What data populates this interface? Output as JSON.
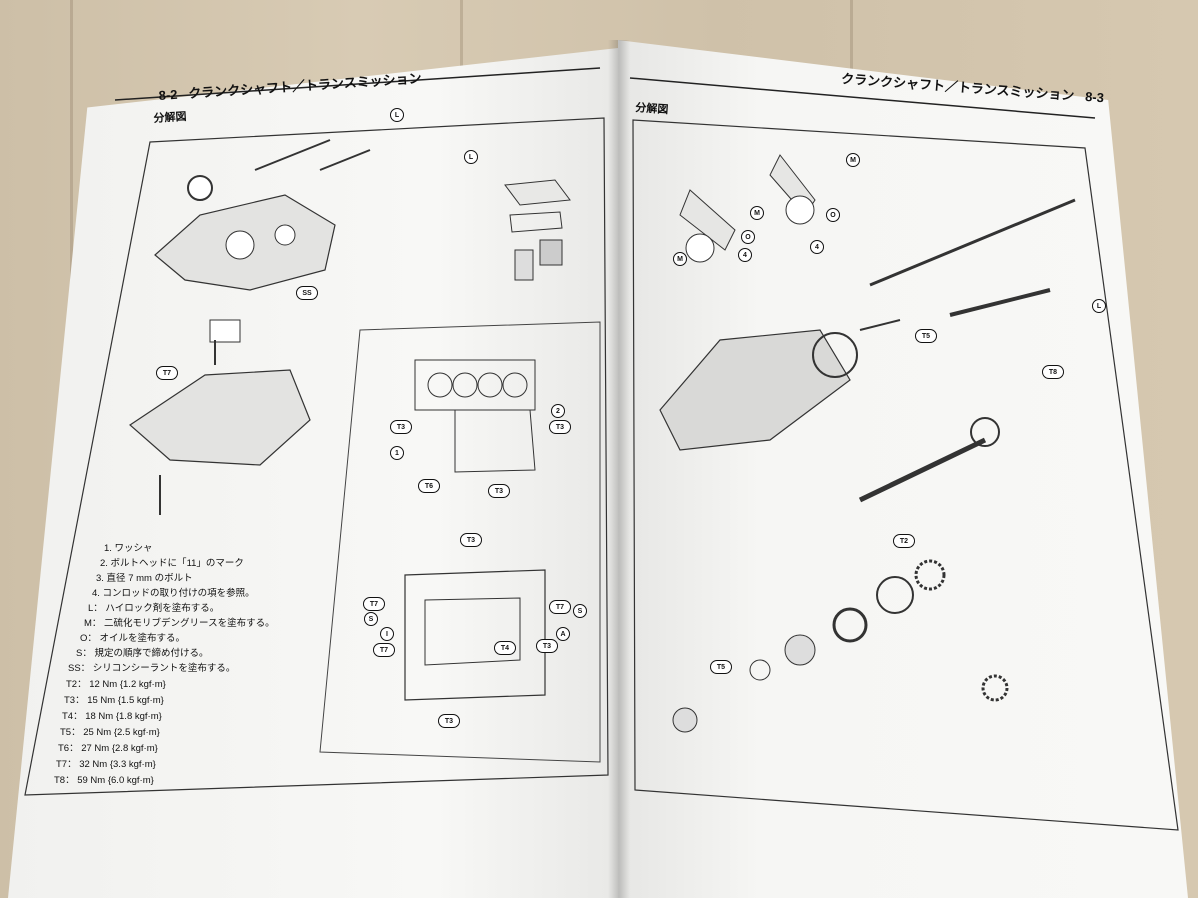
{
  "left_page": {
    "header": {
      "page_number": "8-2",
      "title": "クランクシャフト／トランスミッション"
    },
    "section_label": "分解図",
    "callouts": {
      "L1": "L",
      "L2": "L",
      "SS": "SS",
      "T7a": "T7",
      "T3a": "T3",
      "n1": "1",
      "T6": "T6",
      "T3b": "T3",
      "n2": "2",
      "T3c": "T3",
      "T3top": "T3",
      "T7b": "T7",
      "S1": "S",
      "T7c": "T7",
      "S2": "S",
      "I": "I",
      "T7d": "T7",
      "A": "A",
      "T4": "T4",
      "T3d": "T3",
      "T3bottom": "T3"
    },
    "legend": [
      "1.  ワッシャ",
      "2.  ボルトヘッドに「11」のマーク",
      "3.  直径 7 mm のボルト",
      "4.  コンロッドの取り付けの項を参照。",
      "L：  ハイロック剤を塗布する。",
      "M：  二硫化モリブデングリースを塗布する。",
      "O：  オイルを塗布する。",
      "S：  規定の順序で締め付ける。",
      "SS：  シリコンシーラントを塗布する。",
      "T2：  12 Nm  {1.2 kgf·m}",
      "T3：  15 Nm  {1.5 kgf·m}",
      "T4：  18 Nm  {1.8 kgf·m}",
      "T5：  25 Nm  {2.5 kgf·m}",
      "T6：  27 Nm  {2.8 kgf·m}",
      "T7：  32 Nm  {3.3 kgf·m}",
      "T8：  59 Nm  {6.0 kgf·m}"
    ]
  },
  "right_page": {
    "header": {
      "title": "クランクシャフト／トランスミッション",
      "page_number": "8-3"
    },
    "section_label": "分解図",
    "callouts": {
      "M1": "M",
      "M2": "M",
      "M3": "M",
      "O1": "O",
      "O2": "O",
      "n4a": "4",
      "n4b": "4",
      "L": "L",
      "T5a": "T5",
      "T8": "T8",
      "T2": "T2",
      "T5b": "T5"
    }
  }
}
